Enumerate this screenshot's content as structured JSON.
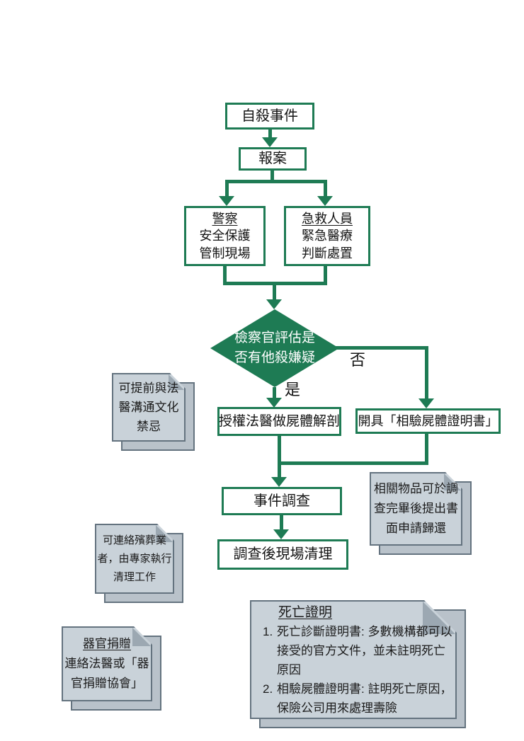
{
  "colors": {
    "green": "#1E7B54",
    "note_fill": "#C9D2D9",
    "note_back": "#B9C2CA",
    "note_border": "#64737F",
    "note_fold": "#9CA8B2"
  },
  "nodes": {
    "suicide_event": "自殺事件",
    "report": "報案",
    "police": {
      "title": "警察",
      "line1": "安全保護",
      "line2": "管制現場"
    },
    "ems": {
      "title": "急救人員",
      "line1": "緊急醫療",
      "line2": "判斷處置"
    },
    "decision": {
      "line1": "檢察官評估是",
      "line2": "否有他殺嫌疑"
    },
    "labels": {
      "yes": "是",
      "no": "否"
    },
    "autopsy": "授權法醫做屍體解剖",
    "certificate": "開具「相驗屍體證明書」",
    "investigation": "事件調查",
    "cleanup": "調查後現場清理"
  },
  "notes": {
    "culture": {
      "line1": "可提前與法",
      "line2": "醫溝通文化",
      "line3": "禁忌"
    },
    "items_return": {
      "line1": "相關物品可於調",
      "line2": "查完畢後提出書",
      "line3": "面申請歸還"
    },
    "funeral": {
      "line1": "可連絡殯葬業",
      "line2": "者，由專家執行",
      "line3": "清理工作"
    },
    "organ": {
      "title": "器官捐贈",
      "line1": "連絡法醫或「器",
      "line2": "官捐贈協會」"
    },
    "death_cert": {
      "title": "死亡證明",
      "item1_num": "1.",
      "item1_line1": "死亡診斷證明書: 多數機構都可以",
      "item1_line2": "接受的官方文件，並未註明死亡",
      "item1_line3": "原因",
      "item2_num": "2.",
      "item2_line1": "相驗屍體證明書: 註明死亡原因，",
      "item2_line2": "保險公司用來處理壽險"
    }
  }
}
